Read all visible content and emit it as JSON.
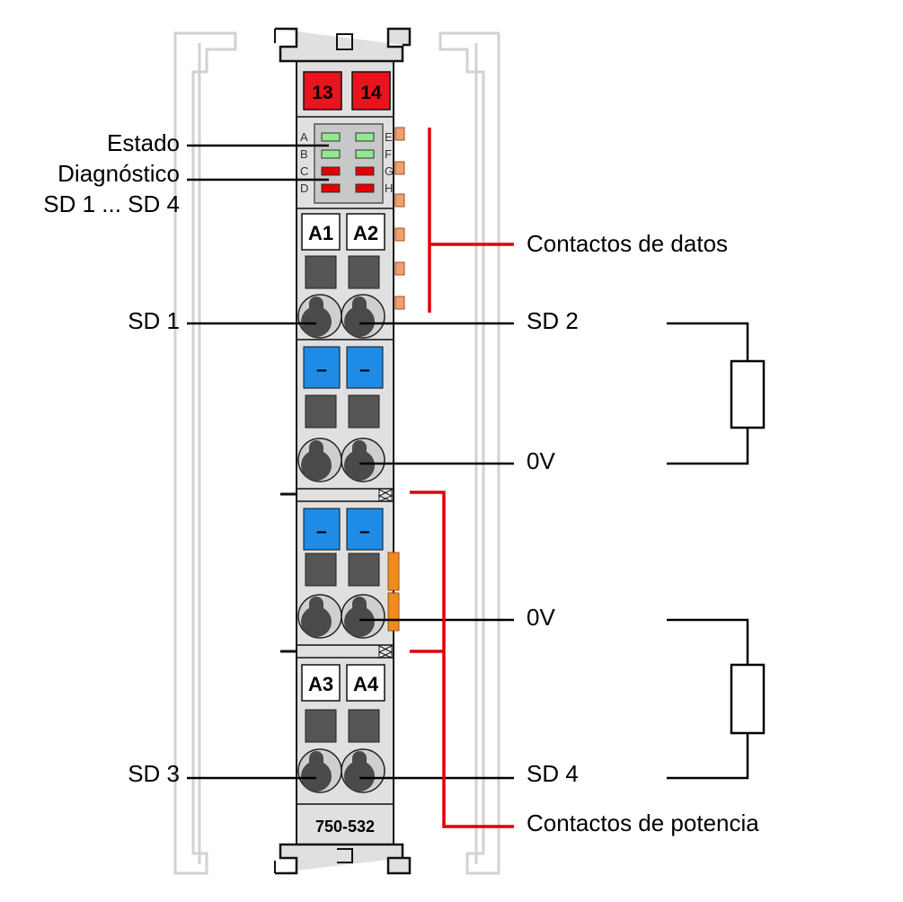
{
  "module": {
    "model": "750-532",
    "top_terminals": [
      "13",
      "14"
    ],
    "led_rows_left": [
      "A",
      "B",
      "C",
      "D"
    ],
    "led_rows_right": [
      "E",
      "F",
      "G",
      "H"
    ],
    "led_colors": [
      "#90e890",
      "#90e890",
      "#e00000",
      "#e00000"
    ],
    "channel_labels_top": [
      "A1",
      "A2"
    ],
    "channel_labels_bottom": [
      "A3",
      "A4"
    ],
    "minus_symbol": "–"
  },
  "callouts": {
    "estado": "Estado",
    "diagnostico": "Diagnóstico",
    "sd_range": "SD 1 ... SD 4",
    "sd1": "SD 1",
    "sd2": "SD 2",
    "sd3": "SD 3",
    "sd4": "SD 4",
    "ov_upper": "0V",
    "ov_lower": "0V",
    "data_contacts": "Contactos de datos",
    "power_contacts": "Contactos de potencia"
  },
  "colors": {
    "terminal_red": "#e8141e",
    "minus_blue": "#1e8ce6",
    "bracket_red": "#e00000",
    "contact_orange": "#f0a070",
    "power_orange": "#f08c1e",
    "module_gray": "#dcdcdc"
  }
}
